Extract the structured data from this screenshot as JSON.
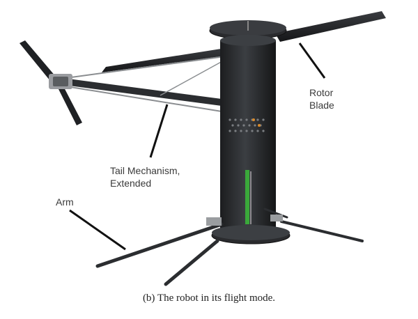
{
  "labels": {
    "rotor_blade": [
      "Rotor",
      "Blade"
    ],
    "tail_mechanism": [
      "Tail Mechanism,",
      "Extended"
    ],
    "arm": "Arm"
  },
  "caption": "(b) The robot in its flight mode.",
  "colors": {
    "body": "#2b2d30",
    "blade": "#1f2124",
    "strut": "#8a8d90",
    "accent_green": "#3aa83a",
    "accent_orange": "#d98b2b",
    "leader_line": "#111111"
  }
}
